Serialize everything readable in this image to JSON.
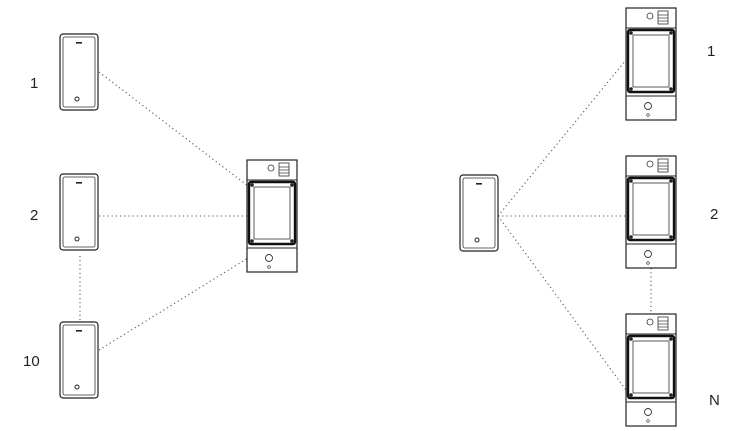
{
  "left_group": {
    "labels": [
      "1",
      "2",
      "10"
    ]
  },
  "right_group": {
    "labels": [
      "1",
      "2",
      "N"
    ]
  },
  "colors": {
    "line": "#222222",
    "dotted_link": "#555555",
    "background": "#ffffff"
  }
}
